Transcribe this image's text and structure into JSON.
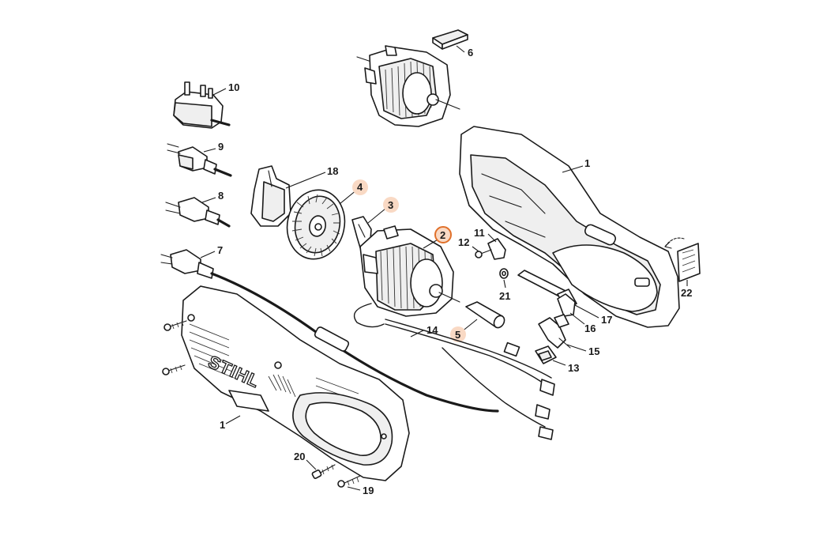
{
  "brand_label": "STIHL",
  "highlight_colors": {
    "selected_ring": "#e0702a",
    "related_fill": "#f9d9c4"
  },
  "callouts": {
    "c1a": "1",
    "c1b": "1",
    "c2": "2",
    "c3": "3",
    "c4": "4",
    "c5": "5",
    "c6": "6",
    "c7": "7",
    "c8": "8",
    "c9": "9",
    "c10": "10",
    "c11": "11",
    "c12": "12",
    "c13": "13",
    "c14": "14",
    "c15": "15",
    "c16": "16",
    "c17": "17",
    "c18": "18",
    "c19": "19",
    "c20": "20",
    "c21": "21",
    "c22": "22"
  }
}
